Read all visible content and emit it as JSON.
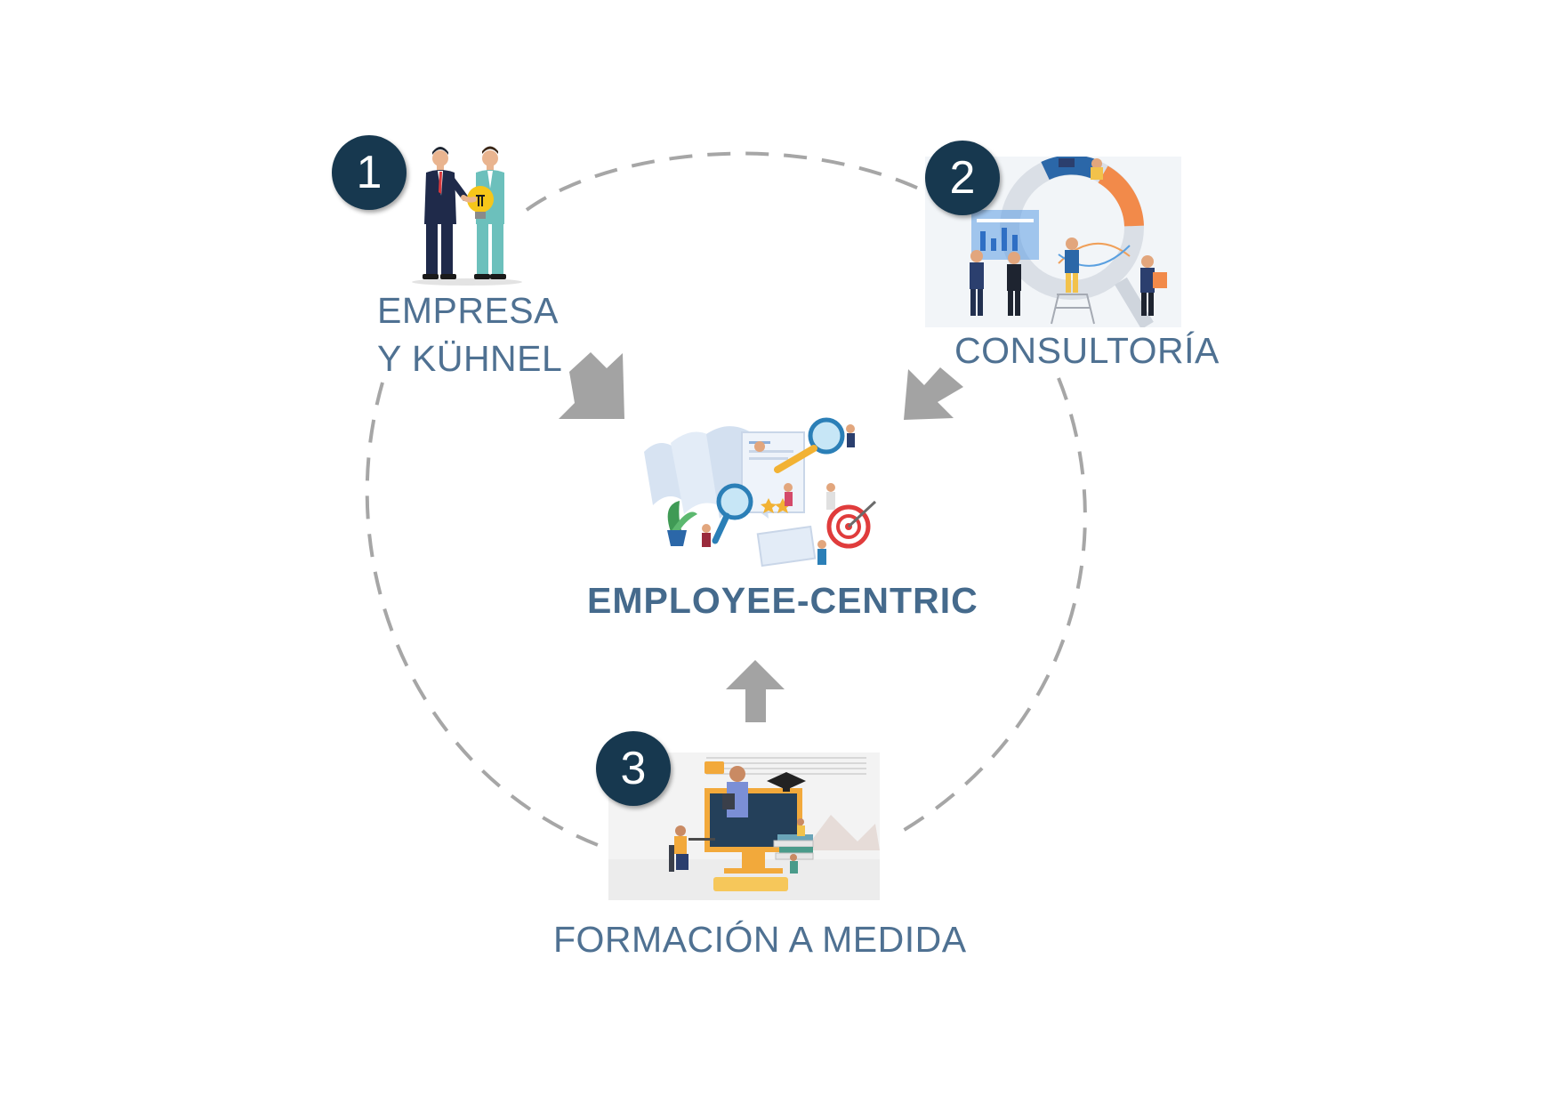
{
  "steps": [
    {
      "number": "1",
      "label_lines": [
        "EMPRESA",
        "Y KÜHNEL"
      ],
      "illustration": "handshake-illustration"
    },
    {
      "number": "2",
      "label_lines": [
        "CONSULTORÍA"
      ],
      "illustration": "consulting-team-illustration"
    },
    {
      "number": "3",
      "label_lines": [
        "FORMACIÓN A MEDIDA"
      ],
      "illustration": "online-training-illustration"
    }
  ],
  "center": {
    "title": "EMPLOYEE-CENTRIC",
    "illustration": "recruitment-search-illustration"
  },
  "colors": {
    "label_text": "#4f7192",
    "title_text": "#456a8c",
    "badge_fill": "#17384f",
    "dashed_ring": "#a6a6a6",
    "arrow": "#a3a3a3"
  }
}
